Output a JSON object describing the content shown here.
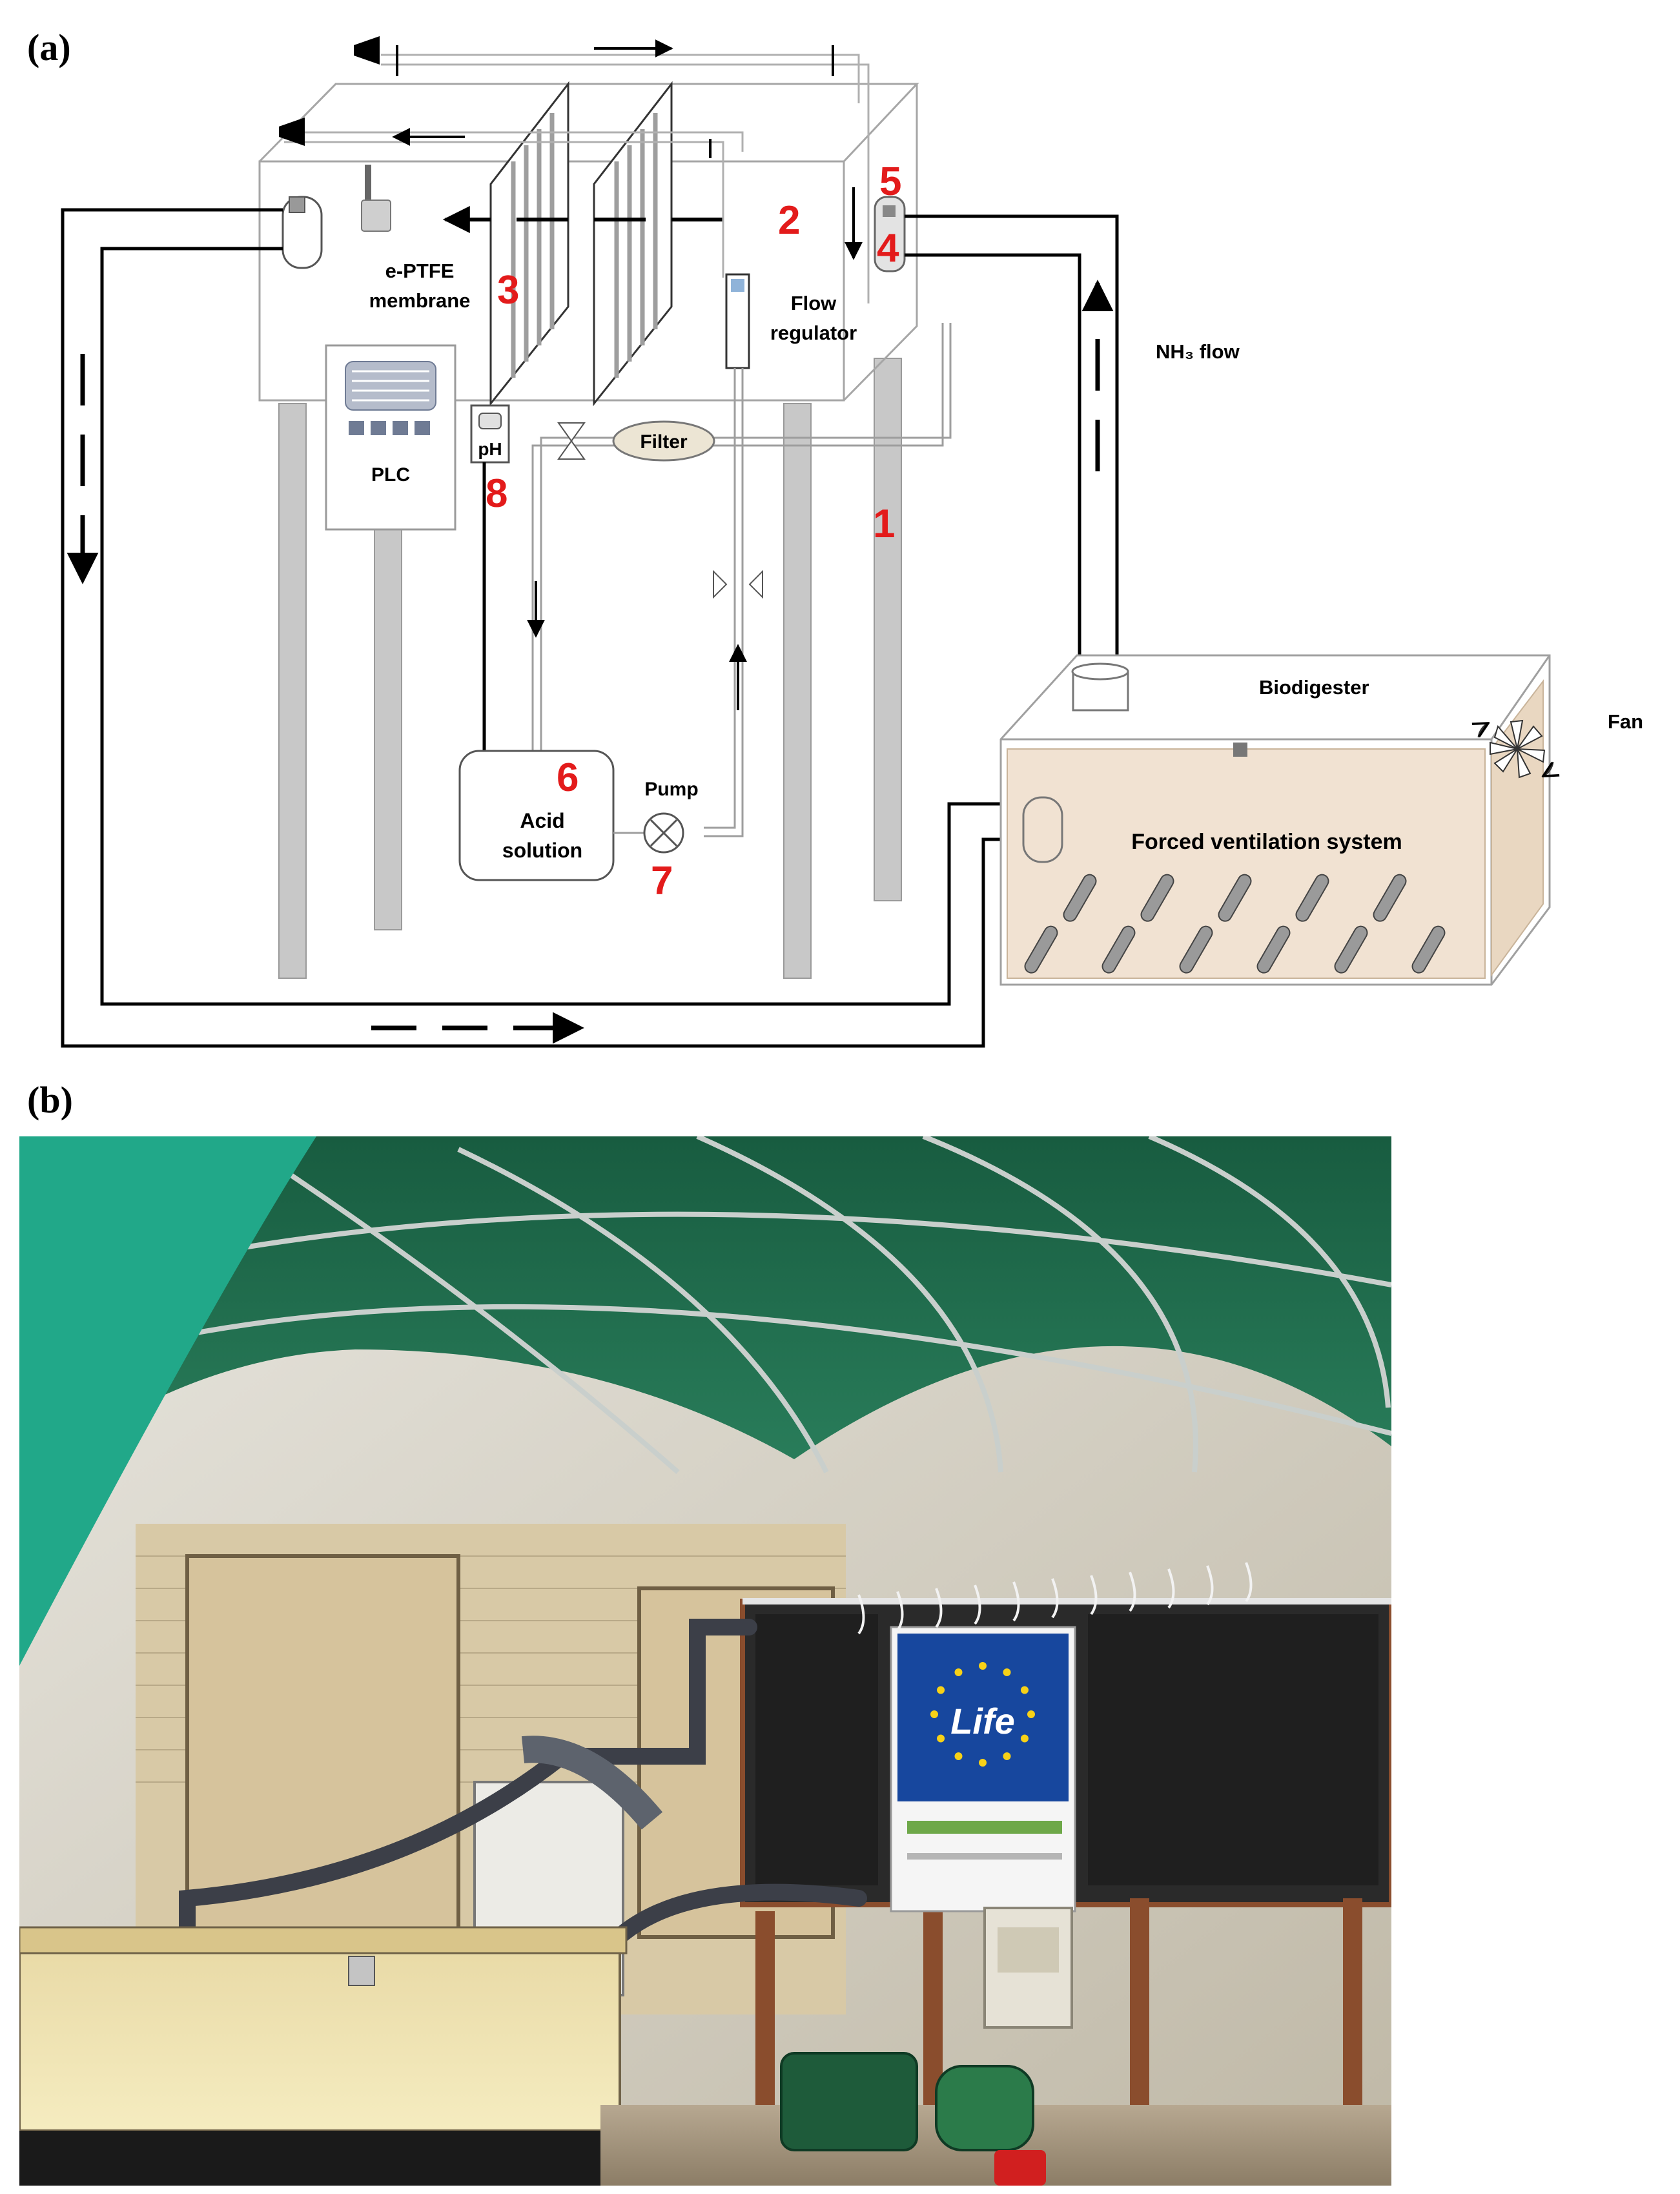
{
  "panels": {
    "a": {
      "label": "(a)"
    },
    "b": {
      "label": "(b)"
    }
  },
  "diagram": {
    "component_numbers": [
      "1",
      "2",
      "3",
      "4",
      "5",
      "6",
      "7",
      "8"
    ],
    "labels": {
      "membrane": "e-PTFE\nmembrane",
      "flow_regulator": "Flow\nregulator",
      "nh3_flow": "NH₃ flow",
      "filter": "Filter",
      "ph": "pH",
      "plc": "PLC",
      "acid_solution": "Acid\nsolution",
      "pump": "Pump",
      "biodigester": "Biodigester",
      "fan": "Fan",
      "forced_ventilation": "Forced ventilation system"
    },
    "colors": {
      "number_red": "#e31b1b",
      "line": "#000000",
      "biodigester_fill": "#f1e2d2",
      "leg_fill": "#c8c8c8"
    }
  },
  "photo": {
    "banner_logo": "Life",
    "colors": {
      "canopy_green": "#1f6e4e",
      "tarp_teal": "#21a889",
      "wall_cream": "#d8c9a6",
      "tank_yellow": "#f3e8b0",
      "rack_rust": "#8a4d2d",
      "eu_blue": "#17479e"
    }
  }
}
